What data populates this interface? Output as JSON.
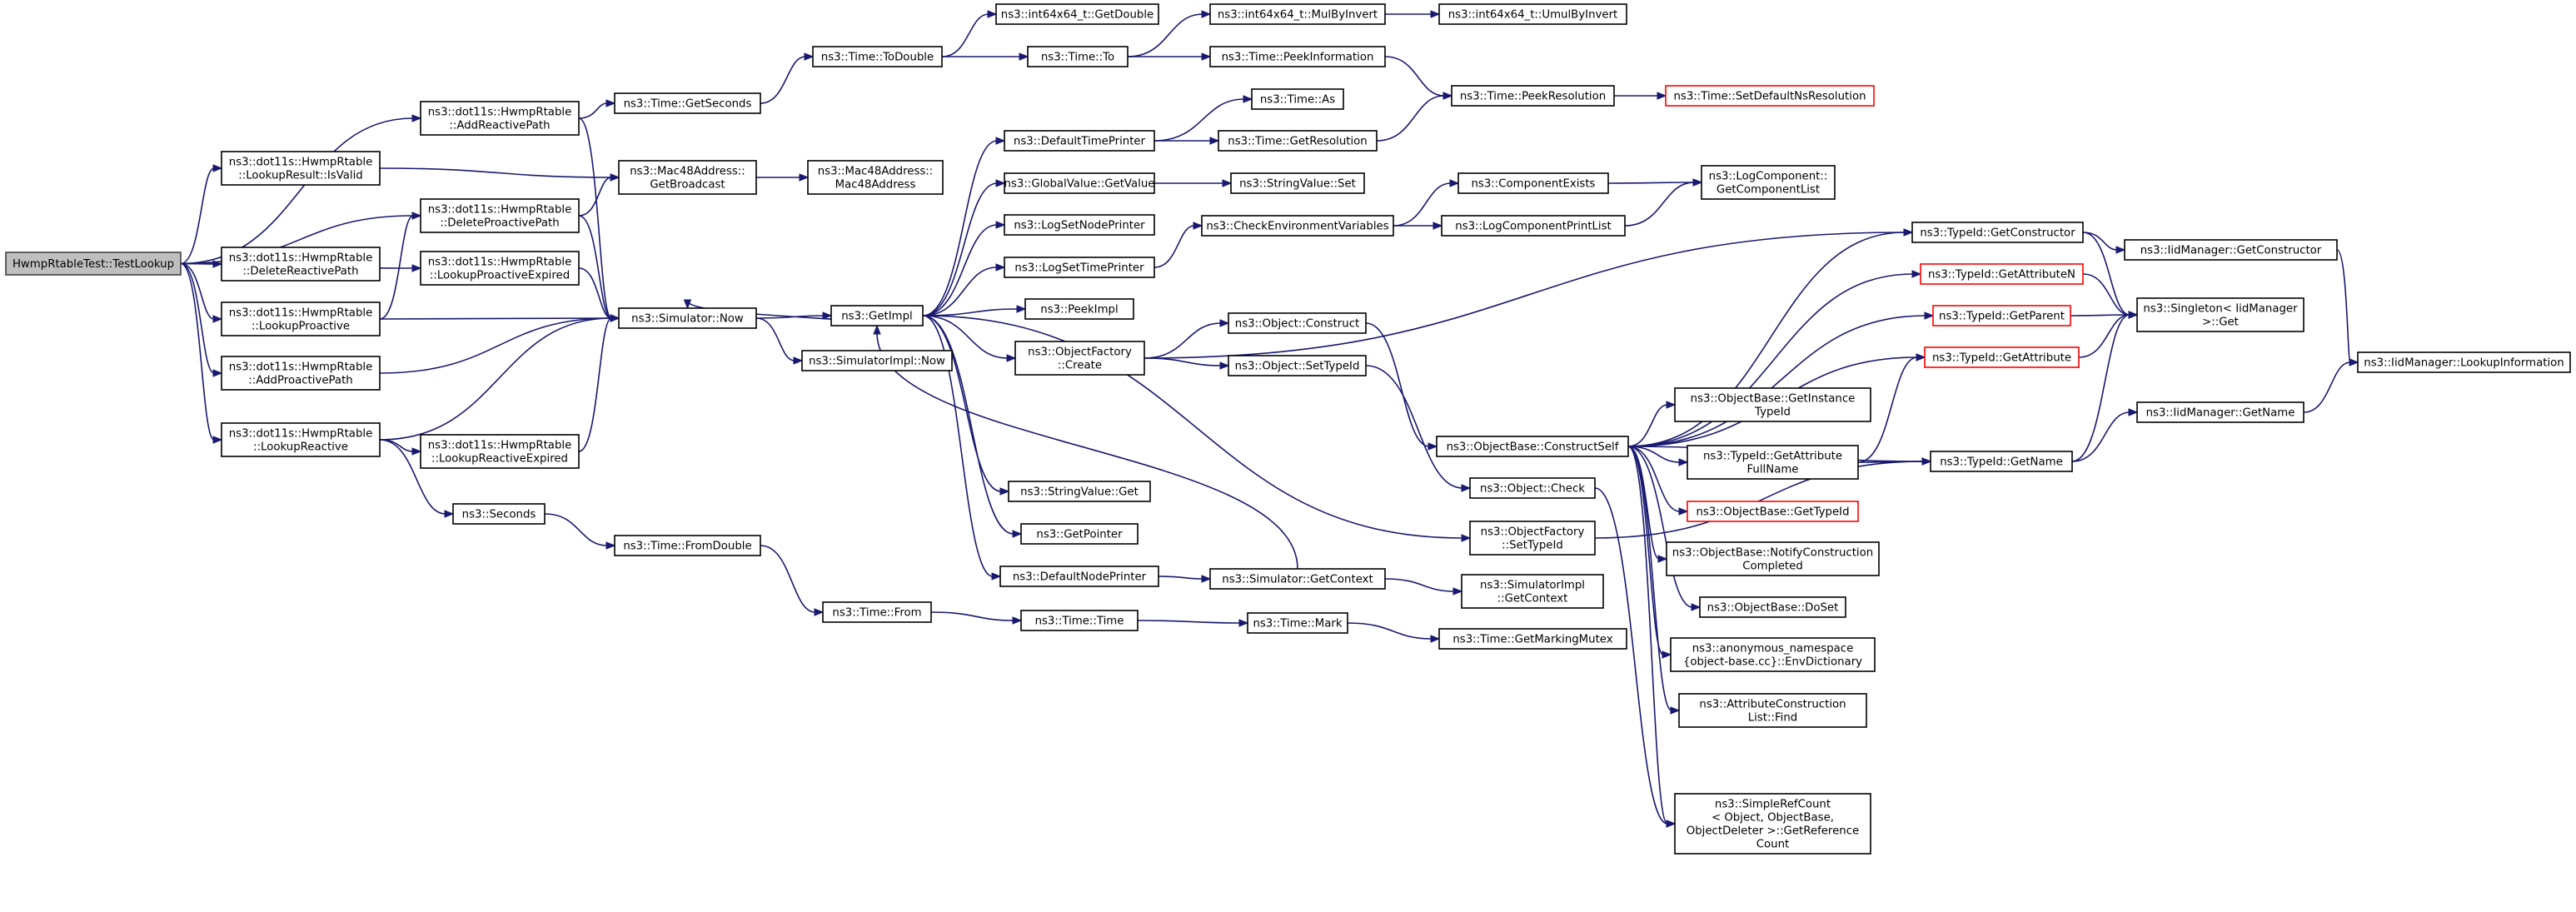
{
  "diagram": {
    "type": "call-graph",
    "colors": {
      "edge": "#191970",
      "root_fill": "#bfbfbf",
      "node_border": "#000000",
      "highlight_border": "#ff0000"
    },
    "nodes": [
      {
        "id": "root",
        "lines": [
          "HwmpRtableTest::TestLookup"
        ],
        "style": "root"
      },
      {
        "id": "addReactive",
        "lines": [
          "ns3::dot11s::HwmpRtable",
          "::AddReactivePath"
        ]
      },
      {
        "id": "lookupResultIsValid",
        "lines": [
          "ns3::dot11s::HwmpRtable",
          "::LookupResult::IsValid"
        ]
      },
      {
        "id": "deleteProactive",
        "lines": [
          "ns3::dot11s::HwmpRtable",
          "::DeleteProactivePath"
        ]
      },
      {
        "id": "deleteReactive",
        "lines": [
          "ns3::dot11s::HwmpRtable",
          "::DeleteReactivePath"
        ]
      },
      {
        "id": "lookupProactiveExpired",
        "lines": [
          "ns3::dot11s::HwmpRtable",
          "::LookupProactiveExpired"
        ]
      },
      {
        "id": "lookupProactive",
        "lines": [
          "ns3::dot11s::HwmpRtable",
          "::LookupProactive"
        ]
      },
      {
        "id": "addProactive",
        "lines": [
          "ns3::dot11s::HwmpRtable",
          "::AddProactivePath"
        ]
      },
      {
        "id": "lookupReactive",
        "lines": [
          "ns3::dot11s::HwmpRtable",
          "::LookupReactive"
        ]
      },
      {
        "id": "lookupReactiveExpired",
        "lines": [
          "ns3::dot11s::HwmpRtable",
          "::LookupReactiveExpired"
        ]
      },
      {
        "id": "seconds",
        "lines": [
          "ns3::Seconds"
        ]
      },
      {
        "id": "timeGetSeconds",
        "lines": [
          "ns3::Time::GetSeconds"
        ]
      },
      {
        "id": "macGetBroadcast",
        "lines": [
          "ns3::Mac48Address::",
          "GetBroadcast"
        ]
      },
      {
        "id": "macCtor",
        "lines": [
          "ns3::Mac48Address::",
          "Mac48Address"
        ]
      },
      {
        "id": "simNow",
        "lines": [
          "ns3::Simulator::Now"
        ]
      },
      {
        "id": "timeFromDouble",
        "lines": [
          "ns3::Time::FromDouble"
        ]
      },
      {
        "id": "timeToDouble",
        "lines": [
          "ns3::Time::ToDouble"
        ]
      },
      {
        "id": "getImpl",
        "lines": [
          "ns3::GetImpl"
        ]
      },
      {
        "id": "simImplNow",
        "lines": [
          "ns3::SimulatorImpl::Now"
        ]
      },
      {
        "id": "timeFrom",
        "lines": [
          "ns3::Time::From"
        ]
      },
      {
        "id": "int64GetDouble",
        "lines": [
          "ns3::int64x64_t::GetDouble"
        ]
      },
      {
        "id": "timeTo",
        "lines": [
          "ns3::Time::To"
        ]
      },
      {
        "id": "defaultTimePrinter",
        "lines": [
          "ns3::DefaultTimePrinter"
        ]
      },
      {
        "id": "globalValueGetValue",
        "lines": [
          "ns3::GlobalValue::GetValue"
        ]
      },
      {
        "id": "logSetNodePrinter",
        "lines": [
          "ns3::LogSetNodePrinter"
        ]
      },
      {
        "id": "logSetTimePrinter",
        "lines": [
          "ns3::LogSetTimePrinter"
        ]
      },
      {
        "id": "peekImpl",
        "lines": [
          "ns3::PeekImpl"
        ]
      },
      {
        "id": "objectFactoryCreate",
        "lines": [
          "ns3::ObjectFactory",
          "::Create"
        ]
      },
      {
        "id": "stringValueGet",
        "lines": [
          "ns3::StringValue::Get"
        ]
      },
      {
        "id": "getPointer",
        "lines": [
          "ns3::GetPointer"
        ]
      },
      {
        "id": "defaultNodePrinter",
        "lines": [
          "ns3::DefaultNodePrinter"
        ]
      },
      {
        "id": "timeTime",
        "lines": [
          "ns3::Time::Time"
        ]
      },
      {
        "id": "mulByInvert",
        "lines": [
          "ns3::int64x64_t::MulByInvert"
        ]
      },
      {
        "id": "peekInformation",
        "lines": [
          "ns3::Time::PeekInformation"
        ]
      },
      {
        "id": "timeAs",
        "lines": [
          "ns3::Time::As"
        ]
      },
      {
        "id": "timeGetResolution",
        "lines": [
          "ns3::Time::GetResolution"
        ]
      },
      {
        "id": "stringValueSet",
        "lines": [
          "ns3::StringValue::Set"
        ]
      },
      {
        "id": "checkEnvVars",
        "lines": [
          "ns3::CheckEnvironmentVariables"
        ]
      },
      {
        "id": "objectConstruct",
        "lines": [
          "ns3::Object::Construct"
        ]
      },
      {
        "id": "objectSetTypeId",
        "lines": [
          "ns3::Object::SetTypeId"
        ]
      },
      {
        "id": "simGetContext",
        "lines": [
          "ns3::Simulator::GetContext"
        ]
      },
      {
        "id": "timeMark",
        "lines": [
          "ns3::Time::Mark"
        ]
      },
      {
        "id": "umulByInvert",
        "lines": [
          "ns3::int64x64_t::UmulByInvert"
        ]
      },
      {
        "id": "peekResolution",
        "lines": [
          "ns3::Time::PeekResolution"
        ]
      },
      {
        "id": "componentExists",
        "lines": [
          "ns3::ComponentExists"
        ]
      },
      {
        "id": "logComponentPrintList",
        "lines": [
          "ns3::LogComponentPrintList"
        ]
      },
      {
        "id": "objectBaseConstructSelf",
        "lines": [
          "ns3::ObjectBase::ConstructSelf"
        ]
      },
      {
        "id": "objectCheck",
        "lines": [
          "ns3::Object::Check"
        ]
      },
      {
        "id": "objectFactorySetTypeId",
        "lines": [
          "ns3::ObjectFactory",
          "::SetTypeId"
        ]
      },
      {
        "id": "simImplGetContext",
        "lines": [
          "ns3::SimulatorImpl",
          "::GetContext"
        ]
      },
      {
        "id": "timeGetMarkingMutex",
        "lines": [
          "ns3::Time::GetMarkingMutex"
        ]
      },
      {
        "id": "setDefaultNsResolution",
        "lines": [
          "ns3::Time::SetDefaultNsResolution"
        ],
        "style": "red"
      },
      {
        "id": "logComponentGetList",
        "lines": [
          "ns3::LogComponent::",
          "GetComponentList"
        ]
      },
      {
        "id": "typeIdGetConstructor",
        "lines": [
          "ns3::TypeId::GetConstructor"
        ]
      },
      {
        "id": "typeIdGetAttributeN",
        "lines": [
          "ns3::TypeId::GetAttributeN"
        ],
        "style": "red"
      },
      {
        "id": "typeIdGetParent",
        "lines": [
          "ns3::TypeId::GetParent"
        ],
        "style": "red"
      },
      {
        "id": "typeIdGetAttribute",
        "lines": [
          "ns3::TypeId::GetAttribute"
        ],
        "style": "red"
      },
      {
        "id": "objectBaseGetInstanceTypeId",
        "lines": [
          "ns3::ObjectBase::GetInstance",
          "TypeId"
        ]
      },
      {
        "id": "typeIdGetAttributeFullName",
        "lines": [
          "ns3::TypeId::GetAttribute",
          "FullName"
        ]
      },
      {
        "id": "objectBaseGetTypeId",
        "lines": [
          "ns3::ObjectBase::GetTypeId"
        ],
        "style": "red"
      },
      {
        "id": "notifyConstructionCompleted",
        "lines": [
          "ns3::ObjectBase::NotifyConstruction",
          "Completed"
        ]
      },
      {
        "id": "objectBaseDoSet",
        "lines": [
          "ns3::ObjectBase::DoSet"
        ]
      },
      {
        "id": "envDictionary",
        "lines": [
          "ns3::anonymous_namespace",
          "{object-base.cc}::EnvDictionary"
        ]
      },
      {
        "id": "attrConstructionListFind",
        "lines": [
          "ns3::AttributeConstruction",
          "List::Find"
        ]
      },
      {
        "id": "simpleRefCount",
        "lines": [
          "ns3::SimpleRefCount",
          "< Object, ObjectBase,",
          "ObjectDeleter >::GetReference",
          "Count"
        ]
      },
      {
        "id": "iidGetConstructor",
        "lines": [
          "ns3::IidManager::GetConstructor"
        ]
      },
      {
        "id": "singletonGet",
        "lines": [
          "ns3::Singleton< IidManager",
          " >::Get"
        ]
      },
      {
        "id": "typeIdGetName",
        "lines": [
          "ns3::TypeId::GetName"
        ]
      },
      {
        "id": "iidGetName",
        "lines": [
          "ns3::IidManager::GetName"
        ]
      },
      {
        "id": "iidLookupInformation",
        "lines": [
          "ns3::IidManager::LookupInformation"
        ]
      }
    ],
    "edges": [
      [
        "root",
        "addReactive"
      ],
      [
        "root",
        "lookupResultIsValid"
      ],
      [
        "root",
        "deleteProactive"
      ],
      [
        "root",
        "deleteReactive"
      ],
      [
        "root",
        "lookupProactiveExpired"
      ],
      [
        "root",
        "lookupProactive"
      ],
      [
        "root",
        "addProactive"
      ],
      [
        "root",
        "lookupReactive"
      ],
      [
        "addReactive",
        "timeGetSeconds"
      ],
      [
        "addReactive",
        "simNow"
      ],
      [
        "lookupResultIsValid",
        "macGetBroadcast"
      ],
      [
        "deleteProactive",
        "macGetBroadcast"
      ],
      [
        "deleteProactive",
        "simNow"
      ],
      [
        "lookupProactiveExpired",
        "simNow"
      ],
      [
        "lookupProactive",
        "deleteProactive"
      ],
      [
        "lookupProactive",
        "simNow"
      ],
      [
        "addProactive",
        "simNow"
      ],
      [
        "lookupReactive",
        "simNow"
      ],
      [
        "lookupReactive",
        "lookupReactiveExpired"
      ],
      [
        "lookupReactive",
        "seconds"
      ],
      [
        "lookupReactiveExpired",
        "simNow"
      ],
      [
        "seconds",
        "timeFromDouble"
      ],
      [
        "timeGetSeconds",
        "timeToDouble"
      ],
      [
        "macGetBroadcast",
        "macCtor"
      ],
      [
        "simNow",
        "getImpl"
      ],
      [
        "simNow",
        "simImplNow"
      ],
      [
        "timeFromDouble",
        "timeFrom"
      ],
      [
        "timeToDouble",
        "int64GetDouble"
      ],
      [
        "timeToDouble",
        "timeTo"
      ],
      [
        "getImpl",
        "simNow"
      ],
      [
        "getImpl",
        "defaultTimePrinter"
      ],
      [
        "getImpl",
        "globalValueGetValue"
      ],
      [
        "getImpl",
        "logSetNodePrinter"
      ],
      [
        "getImpl",
        "logSetTimePrinter"
      ],
      [
        "getImpl",
        "peekImpl"
      ],
      [
        "getImpl",
        "objectFactoryCreate"
      ],
      [
        "getImpl",
        "stringValueGet"
      ],
      [
        "getImpl",
        "getPointer"
      ],
      [
        "getImpl",
        "defaultNodePrinter"
      ],
      [
        "getImpl",
        "objectFactorySetTypeId"
      ],
      [
        "timeFrom",
        "timeTime"
      ],
      [
        "timeTo",
        "mulByInvert"
      ],
      [
        "timeTo",
        "peekInformation"
      ],
      [
        "defaultTimePrinter",
        "timeAs"
      ],
      [
        "defaultTimePrinter",
        "timeGetResolution"
      ],
      [
        "globalValueGetValue",
        "stringValueSet"
      ],
      [
        "logSetTimePrinter",
        "checkEnvVars"
      ],
      [
        "objectFactoryCreate",
        "objectConstruct"
      ],
      [
        "objectFactoryCreate",
        "objectSetTypeId"
      ],
      [
        "objectFactoryCreate",
        "typeIdGetConstructor"
      ],
      [
        "defaultNodePrinter",
        "simGetContext"
      ],
      [
        "timeTime",
        "timeMark"
      ],
      [
        "mulByInvert",
        "umulByInvert"
      ],
      [
        "peekInformation",
        "peekResolution"
      ],
      [
        "timeGetResolution",
        "peekResolution"
      ],
      [
        "checkEnvVars",
        "componentExists"
      ],
      [
        "checkEnvVars",
        "logComponentPrintList"
      ],
      [
        "objectConstruct",
        "objectBaseConstructSelf"
      ],
      [
        "objectSetTypeId",
        "objectCheck"
      ],
      [
        "simGetContext",
        "getImpl"
      ],
      [
        "simGetContext",
        "simImplGetContext"
      ],
      [
        "timeMark",
        "timeGetMarkingMutex"
      ],
      [
        "peekResolution",
        "setDefaultNsResolution"
      ],
      [
        "componentExists",
        "logComponentGetList"
      ],
      [
        "logComponentPrintList",
        "logComponentGetList"
      ],
      [
        "objectBaseConstructSelf",
        "typeIdGetConstructor"
      ],
      [
        "objectBaseConstructSelf",
        "typeIdGetAttributeN"
      ],
      [
        "objectBaseConstructSelf",
        "typeIdGetParent"
      ],
      [
        "objectBaseConstructSelf",
        "typeIdGetAttribute"
      ],
      [
        "objectBaseConstructSelf",
        "objectBaseGetInstanceTypeId"
      ],
      [
        "objectBaseConstructSelf",
        "typeIdGetAttributeFullName"
      ],
      [
        "objectBaseConstructSelf",
        "objectBaseGetTypeId"
      ],
      [
        "objectBaseConstructSelf",
        "notifyConstructionCompleted"
      ],
      [
        "objectBaseConstructSelf",
        "objectBaseDoSet"
      ],
      [
        "objectBaseConstructSelf",
        "envDictionary"
      ],
      [
        "objectBaseConstructSelf",
        "attrConstructionListFind"
      ],
      [
        "objectBaseConstructSelf",
        "typeIdGetName"
      ],
      [
        "objectBaseConstructSelf",
        "simpleRefCount"
      ],
      [
        "objectCheck",
        "simpleRefCount"
      ],
      [
        "objectFactorySetTypeId",
        "typeIdGetName"
      ],
      [
        "typeIdGetConstructor",
        "iidGetConstructor"
      ],
      [
        "typeIdGetConstructor",
        "singletonGet"
      ],
      [
        "typeIdGetAttributeN",
        "singletonGet"
      ],
      [
        "typeIdGetParent",
        "singletonGet"
      ],
      [
        "typeIdGetAttribute",
        "singletonGet"
      ],
      [
        "typeIdGetAttributeFullName",
        "typeIdGetAttribute"
      ],
      [
        "typeIdGetAttributeFullName",
        "typeIdGetName"
      ],
      [
        "iidGetConstructor",
        "iidLookupInformation"
      ],
      [
        "typeIdGetName",
        "singletonGet"
      ],
      [
        "typeIdGetName",
        "iidGetName"
      ],
      [
        "iidGetName",
        "iidLookupInformation"
      ]
    ]
  }
}
